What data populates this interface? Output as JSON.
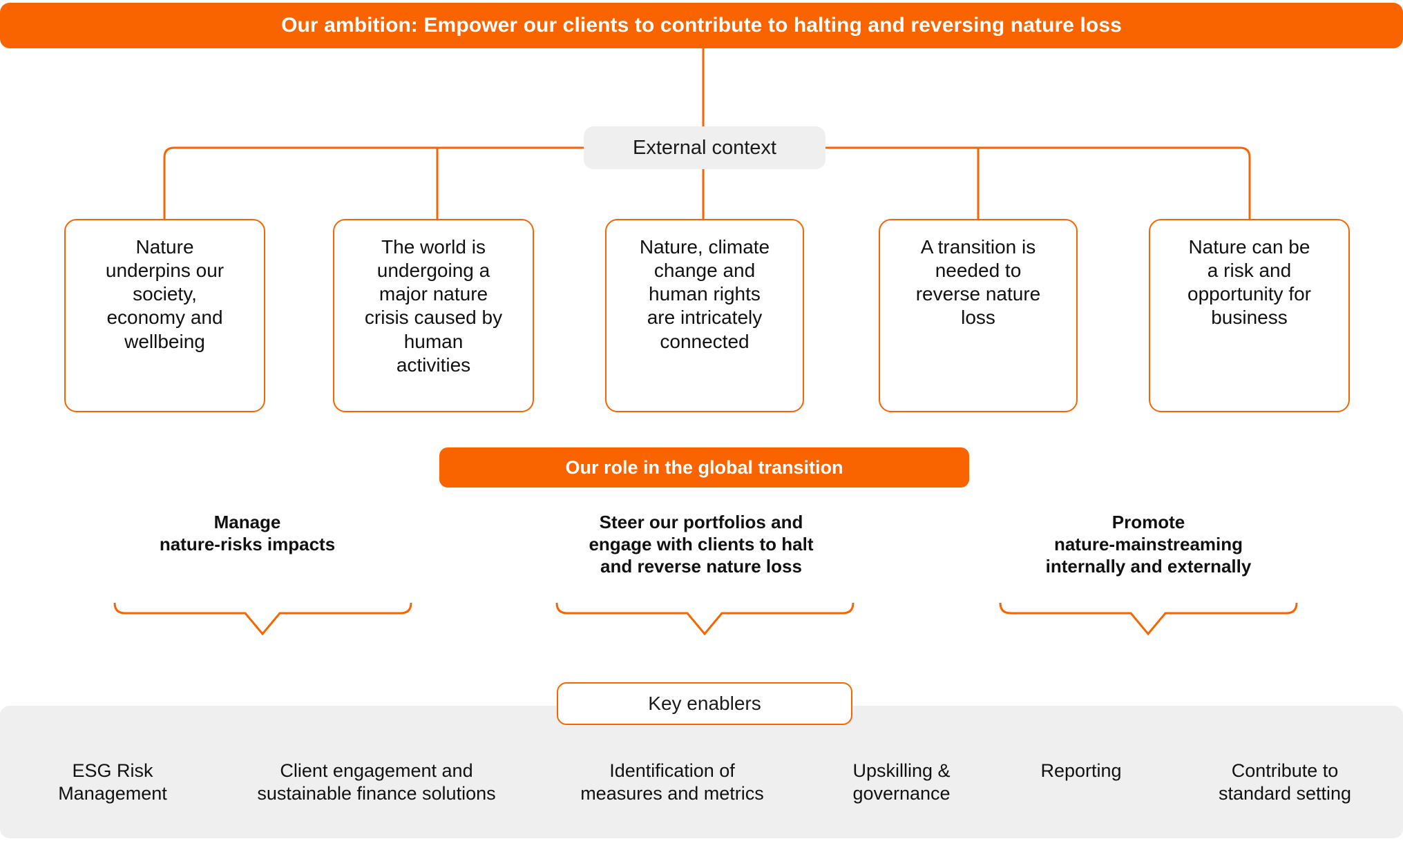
{
  "theme": {
    "orange": "#FA6400",
    "gray_fill": "#EFEFEF",
    "white": "#FFFFFF",
    "text_dark": "#111111"
  },
  "ambition": {
    "label": "Our ambition: Empower our clients to contribute to halting and reversing nature loss"
  },
  "external_context": {
    "label": "External context",
    "boxes": [
      {
        "label": "Nature\nunderpins our\nsociety,\neconomy and\nwellbeing"
      },
      {
        "label": "The world is\nundergoing a\nmajor nature\ncrisis caused by\nhuman\nactivities"
      },
      {
        "label": "Nature, climate\nchange and\nhuman rights\nare intricately\nconnected"
      },
      {
        "label": "A transition is\nneeded to\nreverse nature\nloss"
      },
      {
        "label": "Nature can be\na risk and\nopportunity for\nbusiness"
      }
    ]
  },
  "role_band": {
    "label": "Our role in the global transition"
  },
  "roles": [
    {
      "label": "Manage\nnature-risks  impacts"
    },
    {
      "label": "Steer our portfolios and\nengage with clients to halt\nand reverse nature loss"
    },
    {
      "label": "Promote\nnature-mainstreaming\ninternally and externally"
    }
  ],
  "key_enablers": {
    "label": "Key enablers",
    "items": [
      {
        "label": "ESG Risk\nManagement"
      },
      {
        "label": "Client engagement and\nsustainable finance solutions"
      },
      {
        "label": "Identification of\nmeasures and metrics"
      },
      {
        "label": "Upskilling &\ngovernance"
      },
      {
        "label": "Reporting"
      },
      {
        "label": "Contribute to\nstandard setting"
      }
    ]
  }
}
